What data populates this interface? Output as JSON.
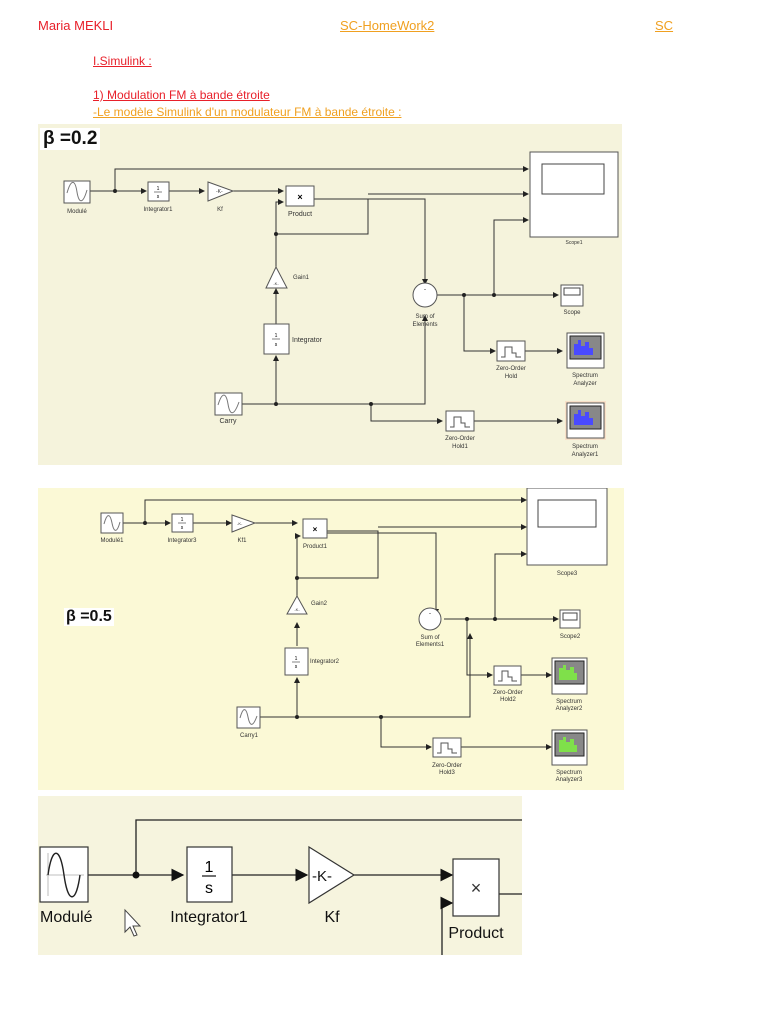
{
  "header": {
    "author": "Maria MEKLI",
    "document_link": "SC-HomeWork2",
    "course_link": "SC"
  },
  "sections": {
    "part": "I.Simulink :",
    "subsection": "1) Modulation FM à bande étroite",
    "caption": "-Le modèle Simulink d'un modulateur FM à bande étroite :"
  },
  "colors": {
    "author_red": "#e8202a",
    "link_orange": "#f0a020",
    "spectrum_blue": "#4a4aff",
    "spectrum_green": "#7fe04a"
  },
  "diagram1": {
    "beta_label": "β =0.2",
    "blocks": {
      "source_mod": "Modulé",
      "integrator_top": "Integrator1",
      "gain_top": "Kf",
      "product": "Product",
      "gain_mid": "Gain1",
      "integrator_mid": "Integrator",
      "carrier": "Carry",
      "sum": [
        "Sum of",
        "Elements"
      ],
      "scope_big": "Scope1",
      "scope_small": "Scope",
      "zoh1": [
        "Zero-Order",
        "Hold"
      ],
      "zoh2": [
        "Zero-Order",
        "Hold1"
      ],
      "sa1": [
        "Spectrum",
        "Analyzer"
      ],
      "sa2": [
        "Spectrum",
        "Analyzer1"
      ]
    },
    "integrator_glyph": "1/s",
    "gain_glyph": "-K-",
    "product_glyph": "×"
  },
  "diagram2": {
    "beta_label": "β =0.5",
    "blocks": {
      "source_mod": "Modulé1",
      "integrator_top": "Integrator3",
      "gain_top": "Kf1",
      "product": "Product1",
      "gain_mid": "Gain2",
      "integrator_mid": "Integrator2",
      "carrier": "Carry1",
      "sum": [
        "Sum of",
        "Elements1"
      ],
      "scope_big": "Scope3",
      "scope_small": "Scope2",
      "zoh1": [
        "Zero-Order",
        "Hold2"
      ],
      "zoh2": [
        "Zero-Order",
        "Hold3"
      ],
      "sa1": [
        "Spectrum",
        "Analyzer2"
      ],
      "sa2": [
        "Spectrum",
        "Analyzer3"
      ]
    }
  },
  "diagram3": {
    "blocks": {
      "source_mod": "Modulé",
      "integrator": "Integrator1",
      "gain": "Kf",
      "product": "Product"
    },
    "integrator_num": "1",
    "integrator_den": "s",
    "gain_glyph": "-K-",
    "product_glyph": "×"
  }
}
